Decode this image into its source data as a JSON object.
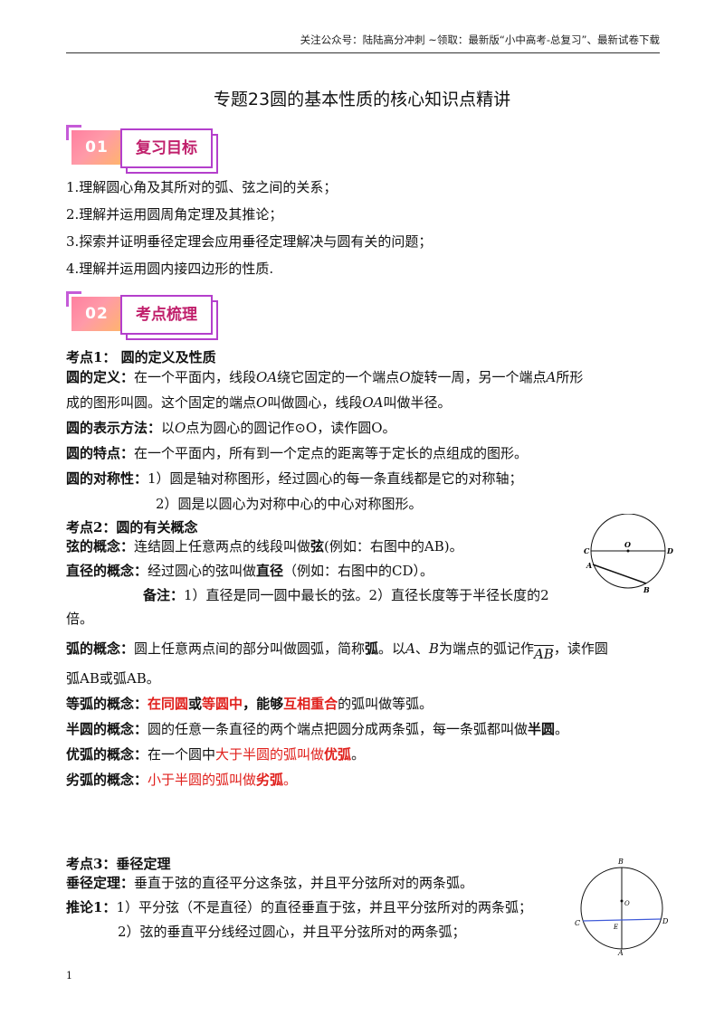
{
  "header": {
    "text": "关注公众号：陆陆高分冲刺 ~领取：最新版“小中高考-总复习”、最新试卷下载"
  },
  "title": "专题23圆的基本性质的核心知识点精讲",
  "section1": {
    "num": "01",
    "label": "复习目标",
    "items": [
      "1.理解圆心角及其所对的弧、弦之间的关系；",
      "2.理解并运用圆周角定理及其推论；",
      "3.探索并证明垂径定理会应用垂径定理解决与圆有关的问题；",
      "4.理解并运用圆内接四边形的性质."
    ]
  },
  "section2": {
    "num": "02",
    "label": "考点梳理"
  },
  "kp1": {
    "title": "考点1：  圆的定义及性质",
    "def_label": "圆的定义：",
    "def_a": "在一个平面内，线段",
    "def_oa": "OA",
    "def_b": "绕它固定的一个端点",
    "def_o": "O",
    "def_c": "旋转一周，另一个端点",
    "def_A": "A",
    "def_d": "所形",
    "def2_a": "成的图形叫圆。这个固定的端点",
    "def2_o": "O",
    "def2_b": "叫做圆心，线段",
    "def2_oa": "OA",
    "def2_c": "叫做半径。",
    "repr_label": "圆的表示方法：",
    "repr_a": "以",
    "repr_o": "O",
    "repr_b": "点为圆心的圆记作⊙O，读作圆O。",
    "feat_label": "圆的特点：",
    "feat_text": "在一个平面内，所有到一个定点的距离等于定长的点组成的图形。",
    "sym_label": "圆的对称性：",
    "sym_1": "1）圆是轴对称图形，经过圆心的每一条直线都是它的对称轴；",
    "sym_2": "2）圆是以圆心为对称中心的中心对称图形。"
  },
  "kp2": {
    "title": "考点2：圆的有关概念",
    "chord_label": "弦的概念：",
    "chord_a": "连结圆上任意两点的线段叫做",
    "chord_b": "弦",
    "chord_c": "(例如：右图中的AB)。",
    "diam_label": "直径的概念：",
    "diam_a": "经过圆心的弦叫做",
    "diam_b": "直径",
    "diam_c": "（例如：右图中的CD）。",
    "note_label": "备注：",
    "note_text": "1）直径是同一圆中最长的弦。2）直径长度等于半径长度的2",
    "note_tail": "倍。",
    "arc_label": "弧的概念：",
    "arc_a": "圆上任意两点间的部分叫做圆弧，简称",
    "arc_b": "弧",
    "arc_c": "。以",
    "arc_A": "A",
    "arc_d": "、",
    "arc_B": "B",
    "arc_e": "为端点的弧记作",
    "arc_AB": "AB",
    "arc_f": "，读作圆",
    "arc2": "弧AB或弧AB。",
    "eqarc_label": "等弧的概念：",
    "eqarc_a": "在同圆",
    "eqarc_b": "或",
    "eqarc_c": "等圆中",
    "eqarc_d": "，能够",
    "eqarc_e": "互相重合",
    "eqarc_f": "的弧叫做等弧。",
    "semi_label": "半圆的概念：",
    "semi_a": "圆的任意一条直径的两个端点把圆分成两条弧，每一条弧都叫做",
    "semi_b": "半圆",
    "semi_c": "。",
    "major_label": "优弧的概念：",
    "major_a": "在一个圆中",
    "major_b": "大于半圆的弧叫做",
    "major_c": "优弧",
    "major_d": "。",
    "minor_label": "劣弧的概念：",
    "minor_a": "小于半圆的弧叫做",
    "minor_b": "劣弧",
    "minor_c": "。"
  },
  "kp3": {
    "title": "考点3：垂径定理",
    "thm_label": "垂径定理：",
    "thm_text": "垂直于弦的直径平分这条弦，并且平分弦所对的两条弧。",
    "cor_label": "推论1：",
    "cor_1": "1）平分弦（不是直径）的直径垂直于弦，并且平分弦所对的两条弧；",
    "cor_2": "2）弦的垂直平分线经过圆心，并且平分弦所对的两条弧；"
  },
  "fig1": {
    "labels": [
      "C",
      "O",
      "D",
      "A",
      "B"
    ]
  },
  "fig2": {
    "labels": [
      "B",
      "O",
      "C",
      "E",
      "D",
      "A"
    ]
  },
  "page_number": "1"
}
